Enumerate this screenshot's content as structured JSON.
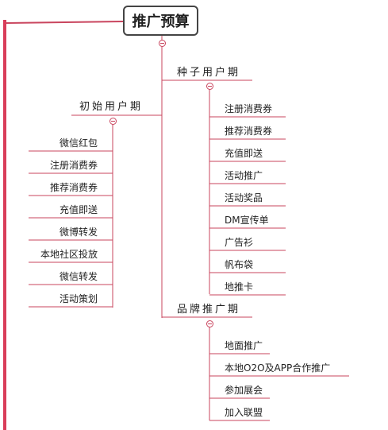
{
  "root": {
    "label": "推广预算"
  },
  "branches": {
    "seed": {
      "label": "种子用户期",
      "items": [
        "注册消费券",
        "推荐消费券",
        "充值即送",
        "活动推广",
        "活动奖品",
        "DM宣传单",
        "广告衫",
        "帆布袋",
        "地推卡"
      ]
    },
    "initial": {
      "label": "初始用户期",
      "items": [
        "微信红包",
        "注册消费券",
        "推荐消费券",
        "充值即送",
        "微博转发",
        "本地社区投放",
        "微信转发",
        "活动策划"
      ]
    },
    "brand": {
      "label": "品牌推广期",
      "items": [
        "地面推广",
        "本地O2O及APP合作推广",
        "参加展会",
        "加入联盟"
      ]
    }
  },
  "colors": {
    "line": "#c9455e",
    "edge_bar": "#d93d5a",
    "root_border": "#444444"
  }
}
